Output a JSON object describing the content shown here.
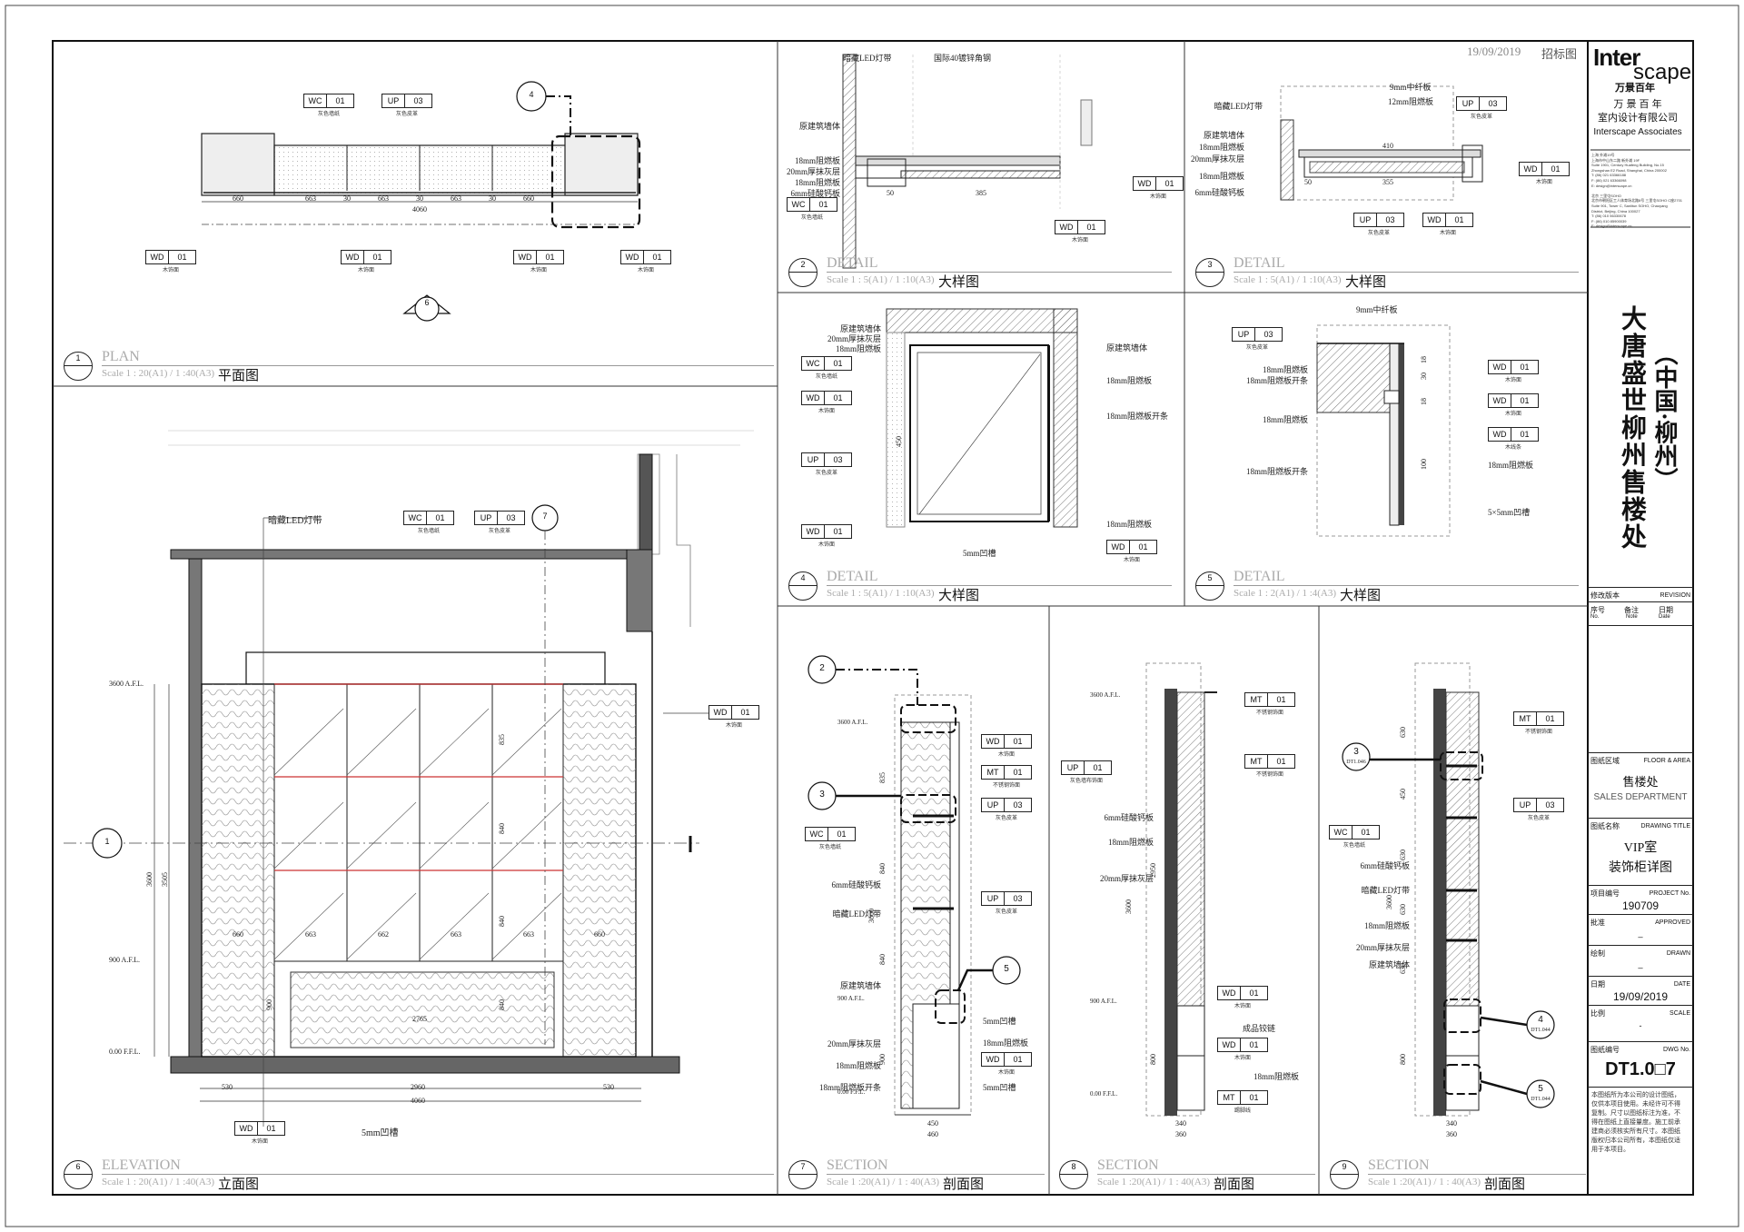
{
  "header": {
    "date": "19/09/2019",
    "stage": "招标图"
  },
  "project": {
    "name": "大唐盛世柳州售楼处",
    "location": "（中国·柳州）"
  },
  "company": {
    "logo_line1": "Inter",
    "logo_line2": "scape",
    "logo_cn": "万景百年",
    "name_cn_1": "万  景  百  年",
    "name_cn_2": "室内设计有限公司",
    "name_en": "Interscape Associates",
    "address": [
      "上海 外滩19号",
      "上海市中山东二路 新外滩 19F",
      "Suite 1901, Century Huafeng Building, No.15",
      "Zhongshan E2 Road, Shanghai, China 200002",
      "T: (86) 021 63366188",
      "F: (86) 021 63366098",
      "E: design@interscape.cn",
      "",
      "北京 三里屯SOHO",
      "北京市朝阳区工人体育场北路8号 三里屯SOHO C座2701",
      "Suite 901, Tower C, Sanlitun SOHO, Chaoyang",
      "District, Beijing, China 100027",
      "T: (86) 010 56330678",
      "F: (86) 010 85900039",
      "E: design@interscape.cn"
    ]
  },
  "titleblock": {
    "revision_cn": "修改版本",
    "revision_en": "REVISION",
    "no_cn": "序号",
    "no_en": "No.",
    "note_cn": "备注",
    "note_en": "Note",
    "date_cn": "日期",
    "date_en": "Date",
    "area_cn": "图纸区域",
    "area_en": "FLOOR & AREA",
    "area_value_cn": "售楼处",
    "area_value_en": "SALES DEPARTMENT",
    "title_cn": "图纸名称",
    "title_en": "DRAWING TITLE",
    "title_value_1": "VIP室",
    "title_value_2": "装饰柜详图",
    "project_no_cn": "项目编号",
    "project_no_en": "PROJECT No.",
    "project_no": "190709",
    "approved_cn": "批准",
    "approved_en": "APPROVED",
    "approved_value": "_",
    "drawn_cn": "绘制",
    "drawn_en": "DRAWN",
    "drawn_value": "_",
    "date_label_cn": "日期",
    "date_label_en": "DATE",
    "date_value": "19/09/2019",
    "scale_cn": "比例",
    "scale_en": "SCALE",
    "scale_value": "-",
    "dwg_cn": "图纸编号",
    "dwg_en": "DWG No.",
    "dwg_no": "DT1.0□7",
    "notes": [
      "本图纸所为本公司的设计图纸，",
      "仅供本项目使用。未经许可不得",
      "复制。尺寸以图纸标注为准，不",
      "得在图纸上直接量度。施工前承",
      "建商必须核实所有尺寸。本图纸",
      "版权归本公司所有，本图纸仅适",
      "用于本项目。"
    ]
  },
  "views": [
    {
      "num": "1",
      "en": "PLAN",
      "scale": "Scale  1 : 20(A1) / 1 :40(A3)",
      "cn": "平面图"
    },
    {
      "num": "2",
      "en": "DETAIL",
      "scale": "Scale  1 : 5(A1) / 1 :10(A3)",
      "cn": "大样图"
    },
    {
      "num": "3",
      "en": "DETAIL",
      "scale": "Scale  1 : 5(A1) / 1 :10(A3)",
      "cn": "大样图"
    },
    {
      "num": "4",
      "en": "DETAIL",
      "scale": "Scale  1 : 5(A1) / 1 :10(A3)",
      "cn": "大样图"
    },
    {
      "num": "5",
      "en": "DETAIL",
      "scale": "Scale  1 : 2(A1) / 1 :4(A3)",
      "cn": "大样图"
    },
    {
      "num": "6",
      "en": "ELEVATION",
      "scale": "Scale  1 : 20(A1) / 1 :40(A3)",
      "cn": "立面图"
    },
    {
      "num": "7",
      "en": "SECTION",
      "scale": "Scale  1 :20(A1) / 1 : 40(A3)",
      "cn": "剖面图"
    },
    {
      "num": "8",
      "en": "SECTION",
      "scale": "Scale  1 :20(A1) / 1 : 40(A3)",
      "cn": "剖面图"
    },
    {
      "num": "9",
      "en": "SECTION",
      "scale": "Scale  1 :20(A1) / 1 : 40(A3)",
      "cn": "剖面图"
    }
  ],
  "plan": {
    "tags": [
      {
        "code": "WC",
        "num": "01",
        "desc": "灰色墙纸"
      },
      {
        "code": "UP",
        "num": "03",
        "desc": "灰色皮革"
      },
      {
        "code": "WD",
        "num": "01",
        "desc": "木饰面"
      },
      {
        "code": "WD",
        "num": "01",
        "desc": "木饰面"
      },
      {
        "code": "WD",
        "num": "01",
        "desc": "木饰面"
      },
      {
        "code": "WD",
        "num": "01",
        "desc": "木饰面"
      }
    ],
    "dims": [
      "660",
      "663",
      "30",
      "663",
      "30",
      "663",
      "30",
      "660",
      "4060"
    ],
    "callout_4": "4",
    "callout_6": "6"
  },
  "elevation": {
    "annotations": [
      "暗藏LED灯带",
      "5mm凹槽"
    ],
    "tags": [
      {
        "code": "WC",
        "num": "01",
        "desc": "灰色墙纸"
      },
      {
        "code": "UP",
        "num": "03",
        "desc": "灰色皮革"
      },
      {
        "code": "WD",
        "num": "01",
        "desc": "木饰面"
      },
      {
        "code": "WD",
        "num": "01",
        "desc": "木饰面"
      }
    ],
    "levels": [
      "3600  A.F.L.",
      "900  A.F.L.",
      "0.00 F.F.L."
    ],
    "dims_h": [
      "660",
      "663",
      "662",
      "663",
      "663",
      "660",
      "2765",
      "530",
      "2960",
      "530",
      "4060"
    ],
    "dims_v": [
      "3600",
      "3505",
      "835",
      "840",
      "840",
      "840",
      "900"
    ],
    "callout_7": "7",
    "callout_1": "1"
  },
  "detail2": {
    "left": [
      "原建筑墙体",
      "18mm阻燃板",
      "20mm厚抹灰层",
      "18mm阻燃板",
      "6mm硅酸钙板"
    ],
    "top": [
      "暗藏LED灯带",
      "国际40镀锌角钢"
    ],
    "tags": [
      {
        "code": "WC",
        "num": "01",
        "desc": "灰色墙纸"
      },
      {
        "code": "WD",
        "num": "01",
        "desc": "木饰面"
      },
      {
        "code": "WD",
        "num": "01",
        "desc": "木饰面"
      }
    ],
    "dims": [
      "50",
      "385"
    ]
  },
  "detail3": {
    "left": [
      "暗藏LED灯带",
      "原建筑墙体",
      "18mm阻燃板",
      "20mm厚抹灰层",
      "18mm阻燃板",
      "6mm硅酸钙板"
    ],
    "top": [
      "9mm中纤板",
      "12mm阻燃板"
    ],
    "tags": [
      {
        "code": "UP",
        "num": "03",
        "desc": "灰色皮革"
      },
      {
        "code": "WD",
        "num": "01",
        "desc": "木饰面"
      },
      {
        "code": "UP",
        "num": "03",
        "desc": "灰色皮革"
      },
      {
        "code": "WD",
        "num": "01",
        "desc": "木饰面"
      }
    ],
    "dims": [
      "410",
      "50",
      "355"
    ]
  },
  "detail4": {
    "left": [
      "原建筑墙体",
      "20mm厚抹灰层",
      "18mm阻燃板"
    ],
    "right": [
      "原建筑墙体",
      "18mm阻燃板",
      "18mm阻燃板开条",
      "18mm阻燃板",
      "5mm凹槽"
    ],
    "tags": [
      {
        "code": "WC",
        "num": "01",
        "desc": "灰色墙纸"
      },
      {
        "code": "WD",
        "num": "01",
        "desc": "木饰面"
      },
      {
        "code": "UP",
        "num": "03",
        "desc": "灰色皮革"
      },
      {
        "code": "WD",
        "num": "01",
        "desc": "木饰面"
      },
      {
        "code": "WD",
        "num": "01",
        "desc": "木饰面"
      }
    ],
    "dims": [
      "450"
    ]
  },
  "detail5": {
    "top": "9mm中纤板",
    "left": [
      "18mm阻燃板",
      "18mm阻燃板开条",
      "18mm阻燃板",
      "18mm阻燃板开条"
    ],
    "right": [
      "18mm阻燃板",
      "5×5mm凹槽"
    ],
    "tags": [
      {
        "code": "UP",
        "num": "03",
        "desc": "灰色皮革"
      },
      {
        "code": "WD",
        "num": "01",
        "desc": "木饰面"
      },
      {
        "code": "WD",
        "num": "01",
        "desc": "木饰面"
      },
      {
        "code": "WD",
        "num": "01",
        "desc": "木线条"
      }
    ],
    "dims": [
      "18",
      "30",
      "18",
      "100"
    ]
  },
  "section7": {
    "left": [
      "6mm硅酸钙板",
      "暗藏LED灯带",
      "原建筑墙体",
      "20mm厚抹灰层",
      "18mm阻燃板",
      "18mm阻燃板开条"
    ],
    "right": [
      "5mm凹槽",
      "18mm阻燃板",
      "5mm凹槽"
    ],
    "tags": [
      {
        "code": "WD",
        "num": "01",
        "desc": "木饰面"
      },
      {
        "code": "MT",
        "num": "01",
        "desc": "不锈钢饰面"
      },
      {
        "code": "UP",
        "num": "03",
        "desc": "灰色皮革"
      },
      {
        "code": "UP",
        "num": "03",
        "desc": "灰色皮革"
      },
      {
        "code": "WC",
        "num": "01",
        "desc": "灰色墙纸"
      },
      {
        "code": "WD",
        "num": "01",
        "desc": "木饰面"
      }
    ],
    "levels": [
      "3600  A.F.L.",
      "900  A.F.L.",
      "0.00  F.F.L."
    ],
    "dims": [
      "835",
      "840",
      "840",
      "900",
      "3600",
      "450",
      "460"
    ],
    "callouts": [
      "2",
      "3",
      "5"
    ]
  },
  "section8": {
    "left": [
      "6mm硅酸钙板",
      "18mm阻燃板",
      "20mm厚抹灰层"
    ],
    "right": [
      "成品铰链",
      "18mm阻燃板"
    ],
    "tags": [
      {
        "code": "MT",
        "num": "01",
        "desc": "不锈钢饰面"
      },
      {
        "code": "UP",
        "num": "01",
        "desc": "灰色墙布饰面"
      },
      {
        "code": "MT",
        "num": "01",
        "desc": "不锈钢饰面"
      },
      {
        "code": "WD",
        "num": "01",
        "desc": "木饰面"
      },
      {
        "code": "WD",
        "num": "01",
        "desc": "木饰面"
      },
      {
        "code": "MT",
        "num": "01",
        "desc": "踢脚线"
      }
    ],
    "levels": [
      "3600  A.F.L.",
      "900  A.F.L.",
      "0.00  F.F.L."
    ],
    "dims": [
      "2950",
      "3600",
      "800",
      "340",
      "360"
    ]
  },
  "section9": {
    "left": [
      "6mm硅酸钙板",
      "暗藏LED灯带",
      "18mm阻燃板",
      "20mm厚抹灰层",
      "原建筑墙体"
    ],
    "tags": [
      {
        "code": "MT",
        "num": "01",
        "desc": "不锈钢饰面"
      },
      {
        "code": "UP",
        "num": "03",
        "desc": "灰色皮革"
      },
      {
        "code": "WC",
        "num": "01",
        "desc": "灰色墙纸"
      }
    ],
    "dims": [
      "630",
      "450",
      "630",
      "630",
      "3600",
      "630",
      "800",
      "340",
      "360"
    ],
    "callouts": [
      {
        "num": "3",
        "ref": "DT1.046"
      },
      {
        "num": "4",
        "ref": "DT1.044"
      },
      {
        "num": "5",
        "ref": "DT1.044"
      }
    ]
  }
}
